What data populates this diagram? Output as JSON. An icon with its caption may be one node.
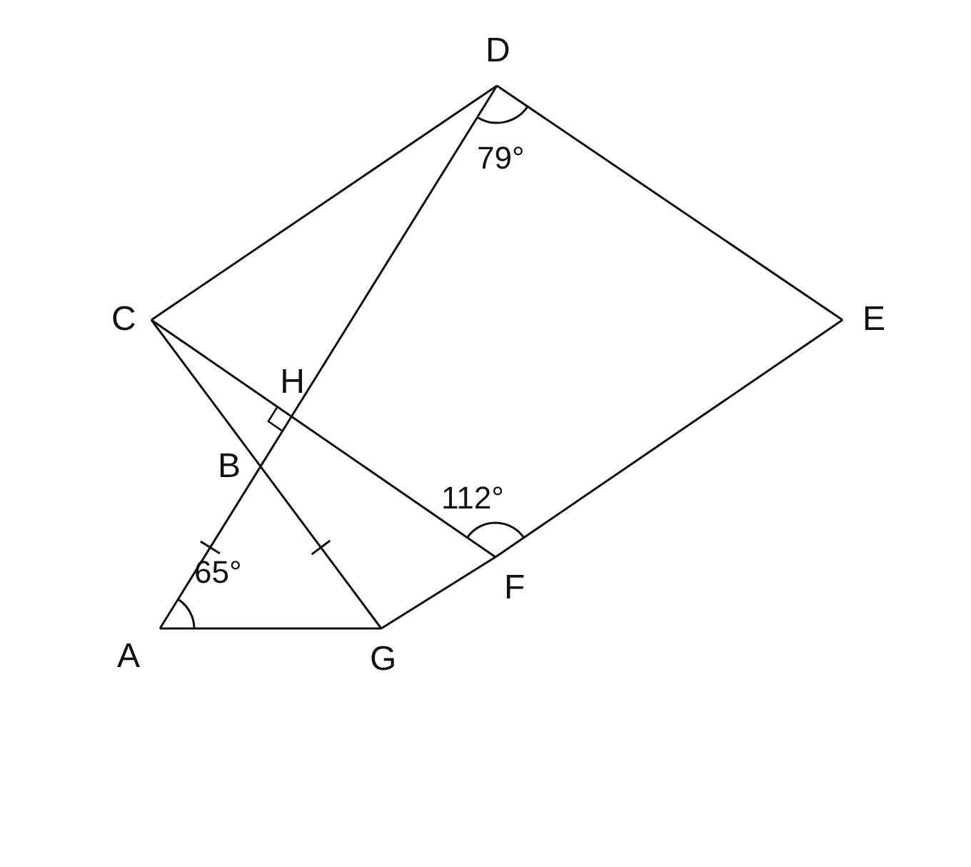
{
  "diagram": {
    "nodes": [
      {
        "text": [
          "D"
        ],
        "beside": [
          "79°"
        ]
      },
      {
        "text": [
          "C"
        ]
      },
      {
        "text": [
          "E"
        ]
      },
      {
        "text": [
          "H"
        ]
      },
      {
        "text": [
          "B"
        ]
      },
      {
        "text": [
          "F"
        ],
        "beside": [
          "112°"
        ]
      },
      {
        "text": [
          "A"
        ],
        "beside": [
          "65°"
        ]
      },
      {
        "text": [
          "G"
        ]
      }
    ],
    "edges": [
      {
        "from": 1,
        "to": 0,
        "arrow": "none"
      },
      {
        "from": 0,
        "to": 2,
        "arrow": "none"
      },
      {
        "from": 2,
        "to": 5,
        "arrow": "none"
      },
      {
        "from": 1,
        "to": 3,
        "arrow": "none"
      },
      {
        "from": 3,
        "to": 5,
        "arrow": "none"
      },
      {
        "from": 0,
        "to": 3,
        "arrow": "none"
      },
      {
        "from": 3,
        "to": 4,
        "arrow": "none"
      },
      {
        "from": 4,
        "to": 6,
        "arrow": "none"
      },
      {
        "from": 1,
        "to": 4,
        "arrow": "none"
      },
      {
        "from": 4,
        "to": 7,
        "arrow": "none"
      },
      {
        "from": 6,
        "to": 7,
        "arrow": "none"
      },
      {
        "from": 7,
        "to": 5,
        "arrow": "none"
      }
    ]
  }
}
